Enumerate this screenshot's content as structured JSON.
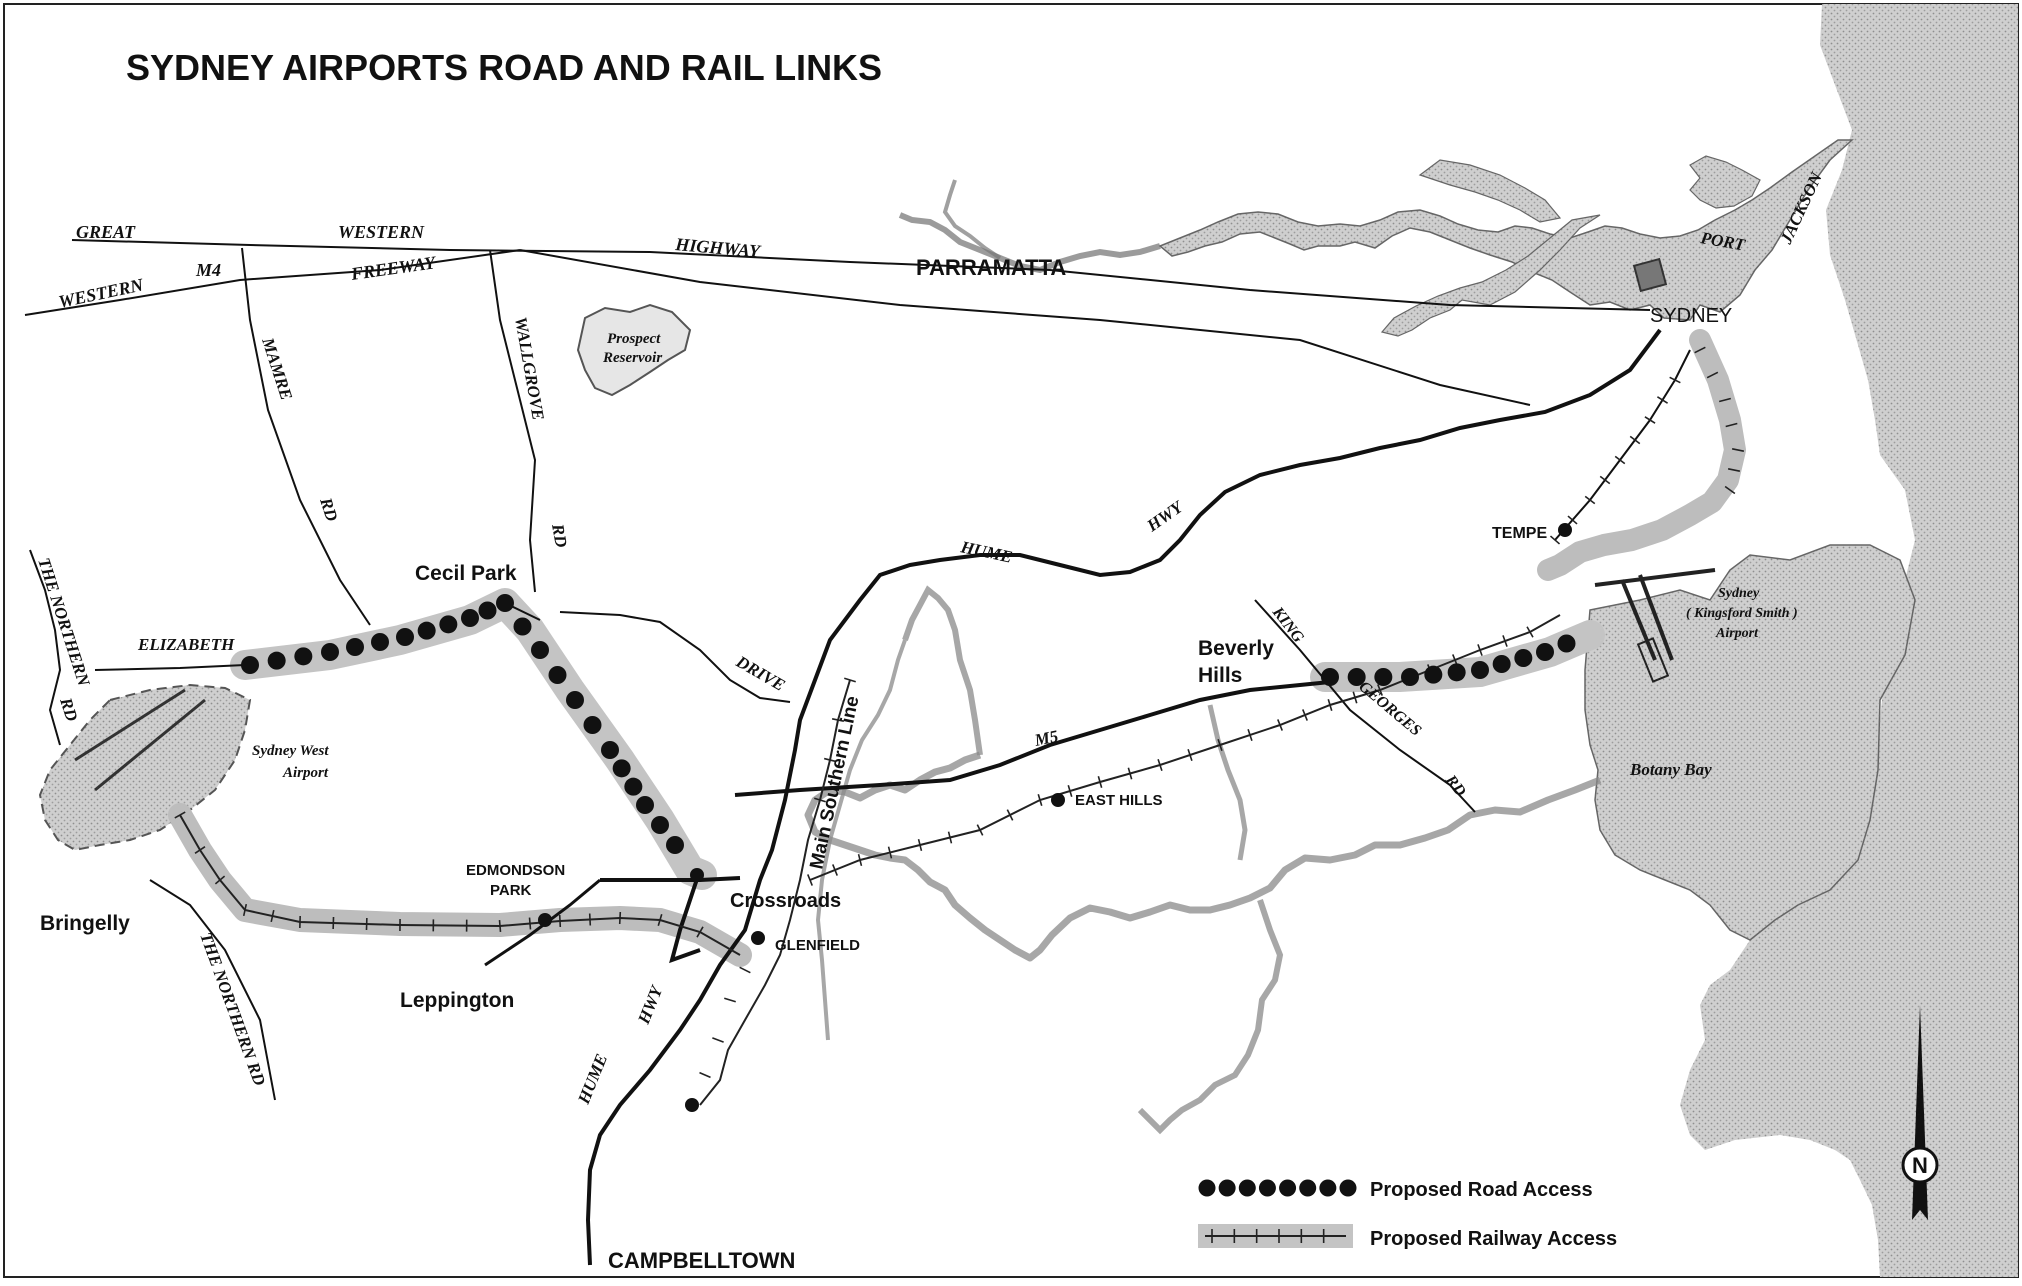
{
  "title": "SYDNEY AIRPORTS ROAD AND RAIL LINKS",
  "colors": {
    "water": "#c4c4c4",
    "road": "#111111",
    "highlight": "#bdbdbd",
    "background": "#ffffff"
  },
  "roads": {
    "great_western_highway": [
      "GREAT",
      "WESTERN",
      "HIGHWAY"
    ],
    "m4": [
      "WESTERN",
      "M4",
      "FREEWAY"
    ],
    "mamre_rd": [
      "MAMRE",
      "RD"
    ],
    "wallgrove_rd": [
      "WALLGROVE",
      "RD"
    ],
    "northern_rd_top": [
      "THE NORTHERN",
      "RD"
    ],
    "northern_rd_bottom": "THE NORTHERN RD",
    "elizabeth": "ELIZABETH",
    "drive": "DRIVE",
    "hume_top": [
      "HUME",
      "HWY"
    ],
    "hume_bottom": [
      "HUME",
      "HWY"
    ],
    "main_southern": "Main Southern Line",
    "m5": "M5",
    "king_georges": [
      "KING",
      "GEORGES",
      "RD"
    ]
  },
  "places": {
    "parramatta": "PARRAMATTA",
    "prospect": [
      "Prospect",
      "Reservoir"
    ],
    "sydney": "SYDNEY",
    "port_jackson": [
      "PORT",
      "JACKSON"
    ],
    "tempe": "TEMPE",
    "kingsford_smith": [
      "Sydney",
      "( Kingsford Smith )",
      "Airport"
    ],
    "botany_bay": "Botany Bay",
    "beverly_hills": [
      "Beverly",
      "Hills"
    ],
    "east_hills": "EAST HILLS",
    "cecil_park": "Cecil Park",
    "sydney_west": [
      "Sydney West",
      "Airport"
    ],
    "bringelly": "Bringelly",
    "edmondson_park": [
      "EDMONDSON",
      "PARK"
    ],
    "crossroads": "Crossroads",
    "glenfield": "GLENFIELD",
    "leppington": "Leppington",
    "campbelltown": "CAMPBELLTOWN"
  },
  "legend": {
    "road_access": "Proposed Road Access",
    "rail_access": "Proposed Railway Access"
  },
  "compass": "N"
}
